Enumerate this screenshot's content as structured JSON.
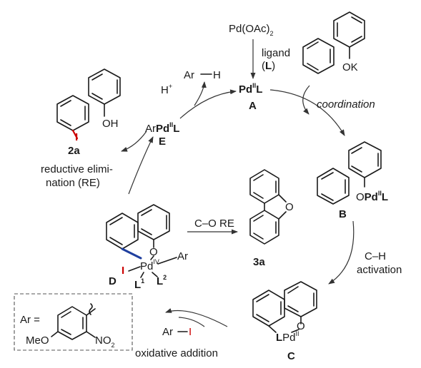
{
  "top": {
    "reagent": "Pd(OAc)",
    "reagent_sub": "2",
    "ligand_line1": "ligand",
    "ligand_line2": "(L)"
  },
  "species_A": {
    "pd": "Pd",
    "ox": "II",
    "lig": "L",
    "label": "A"
  },
  "substrate": {
    "group": "OK"
  },
  "steps": {
    "coordination": "coordination",
    "ch_activation_line1": "C–H",
    "ch_activation_line2": "activation",
    "oxidative_addition": "oxidative addition",
    "reductive_elim_line1": "reductive elimi-",
    "reductive_elim_line2": "nation (RE)",
    "co_re": "C–O RE"
  },
  "species_B": {
    "o": "O",
    "pd": "Pd",
    "ox": "II",
    "lig": "L",
    "label": "B"
  },
  "species_C": {
    "o": "O",
    "lig": "L",
    "pd": "Pd",
    "ox": "II",
    "label": "C"
  },
  "species_D": {
    "o": "O",
    "pd": "Pd",
    "ox": "IV",
    "ar": "Ar",
    "iodo": "I",
    "l1": "L",
    "l1_sup": "1",
    "l2": "L",
    "l2_sup": "2",
    "label": "D"
  },
  "species_E": {
    "ar": "Ar",
    "pd": "Pd",
    "ox": "II",
    "lig": "L",
    "label": "E"
  },
  "proton": {
    "h": "H",
    "charge": "+",
    "ar": "Ar",
    "h2": "H"
  },
  "product_2a": {
    "iodo": "I",
    "oh": "OH",
    "label": "2a"
  },
  "product_3a": {
    "o": "O",
    "label": "3a"
  },
  "reagent_ArI": {
    "ar": "Ar",
    "i": "I"
  },
  "legend_box": {
    "ar": "Ar =",
    "meo": "MeO",
    "no2": "NO",
    "no2_sub": "2"
  },
  "colors": {
    "iodine": "#cc0000",
    "highlight_bond": "#1f3f9f",
    "text": "#1a1a1a"
  }
}
